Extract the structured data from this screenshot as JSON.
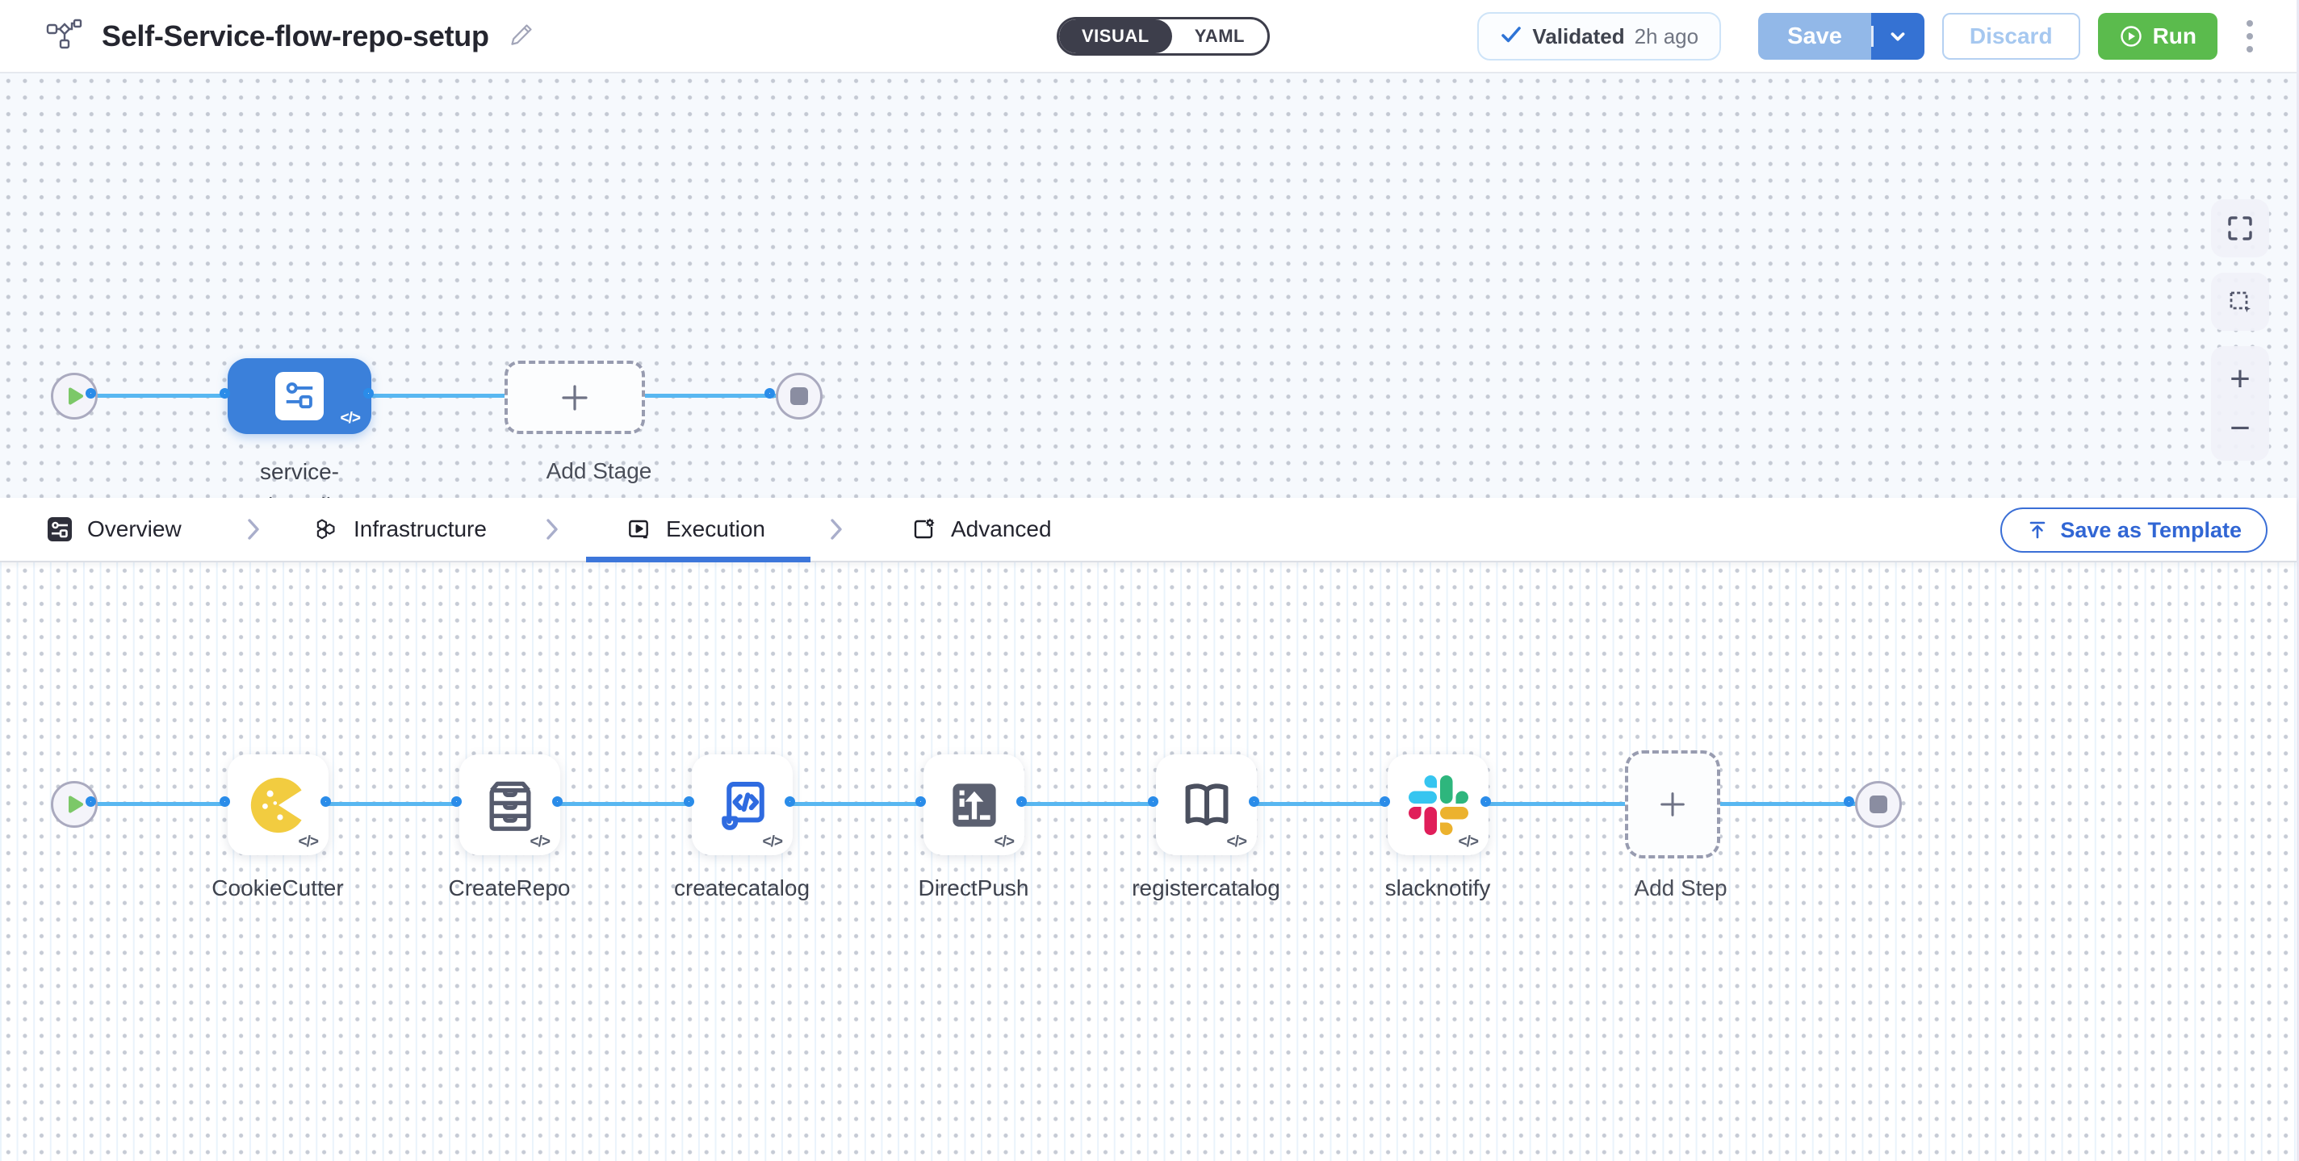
{
  "header": {
    "title": "Self-Service-flow-repo-setup",
    "mode_toggle": {
      "visual_label": "VISUAL",
      "yaml_label": "YAML"
    },
    "validated_badge": {
      "label": "Validated",
      "time": "2h ago"
    },
    "buttons": {
      "save": "Save",
      "discard": "Discard",
      "run": "Run"
    }
  },
  "stage_flow": {
    "stage_label_line1": "service-",
    "stage_label_line2": "onboarding",
    "add_stage_label": "Add Stage",
    "code_badge": "</>"
  },
  "tabs": {
    "items": [
      {
        "label": "Overview",
        "active": false
      },
      {
        "label": "Infrastructure",
        "active": false
      },
      {
        "label": "Execution",
        "active": true
      },
      {
        "label": "Advanced",
        "active": false
      }
    ],
    "save_as_template_label": "Save as Template"
  },
  "step_flow": {
    "steps": [
      {
        "label": "CookieCutter"
      },
      {
        "label": "CreateRepo"
      },
      {
        "label": "createcatalog"
      },
      {
        "label": "DirectPush"
      },
      {
        "label": "registercatalog"
      },
      {
        "label": "slacknotify"
      }
    ],
    "add_step_label": "Add Step",
    "code_badge": "</>"
  },
  "zoom_controls": {
    "zoom_in": "+",
    "zoom_out": "−"
  },
  "colors": {
    "accent_blue": "#3473d6",
    "stage_node_blue": "#3b80da",
    "connector_blue": "#58b7f1",
    "port_ring_blue": "#2a8ce9",
    "run_green": "#5bbb4d",
    "save_disabled_blue": "#92b8e8",
    "toggle_dark": "#3d3e4b",
    "cookie_yellow": "#F2CC40",
    "slack_blue": "#36C5F0",
    "slack_green": "#2EB67D",
    "slack_red": "#E01E5A",
    "slack_yellow": "#ECB22E"
  }
}
